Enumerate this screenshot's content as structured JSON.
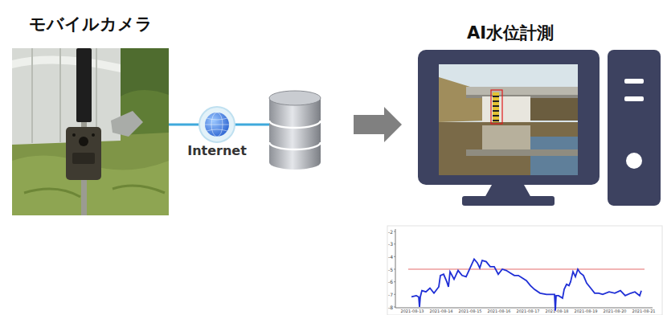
{
  "diagram": {
    "nodes": [
      {
        "text": [
          "モバイルカメラ"
        ]
      },
      {
        "text": [
          "Internet"
        ]
      },
      {
        "text": [
          "AI水位計測"
        ]
      }
    ],
    "edges": [
      {
        "from": 0,
        "to": 1,
        "arrow": "none"
      }
    ],
    "labels": [
      "-2",
      "-3",
      "-4",
      "-5",
      "-6",
      "-7",
      "-8",
      "2021-08-13",
      "2021-08-14",
      "2021-08-15",
      "2021-08-16",
      "2021-08-17",
      "2021-08-18",
      "2021-08-19",
      "2021-08-20",
      "2021-08-21"
    ]
  }
}
